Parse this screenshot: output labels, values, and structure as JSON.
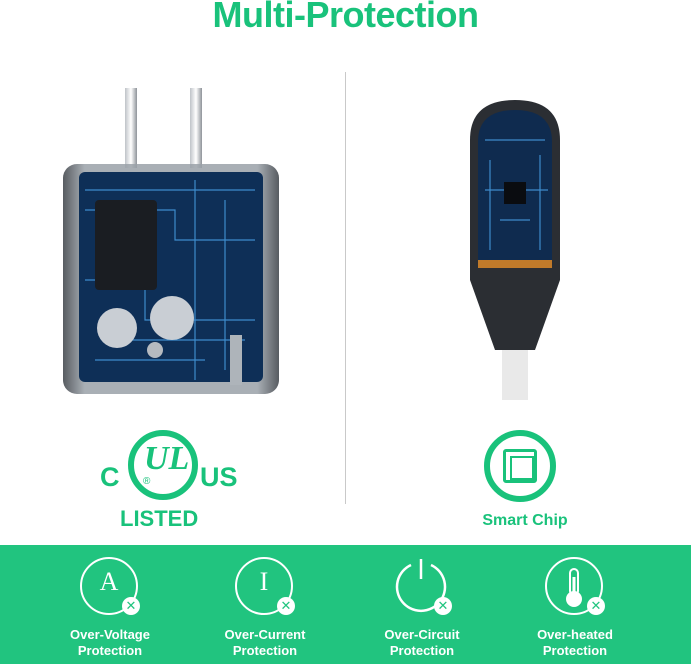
{
  "title": "Multi-Protection",
  "certification": {
    "c": "C",
    "ul": "UL",
    "registered": "®",
    "us": "US",
    "listed": "LISTED"
  },
  "chip": {
    "label": "Smart Chip",
    "icon": "chip-icon"
  },
  "features": [
    {
      "line1": "Over-Voltage",
      "line2": "Protection",
      "icon": "voltage-icon",
      "glyph": "A"
    },
    {
      "line1": "Over-Current",
      "line2": "Protection",
      "icon": "current-icon",
      "glyph": "I"
    },
    {
      "line1": "Over-Circuit",
      "line2": "Protection",
      "icon": "power-icon",
      "glyph": ""
    },
    {
      "line1": "Over-heated",
      "line2": "Protection",
      "icon": "thermometer-icon",
      "glyph": ""
    }
  ],
  "colors": {
    "accent": "#19c27b",
    "bar": "#21c47f"
  }
}
